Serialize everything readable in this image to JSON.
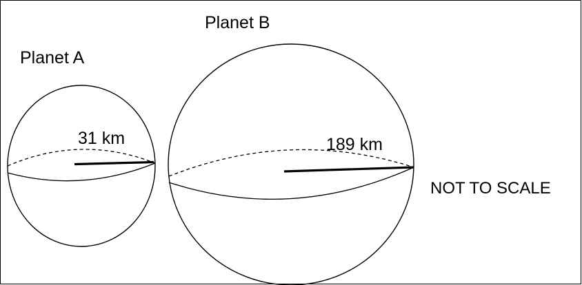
{
  "planet_a": {
    "label": "Planet A",
    "radius_label": "31 km"
  },
  "planet_b": {
    "label": "Planet B",
    "radius_label": "189 km"
  },
  "note": "NOT TO SCALE"
}
